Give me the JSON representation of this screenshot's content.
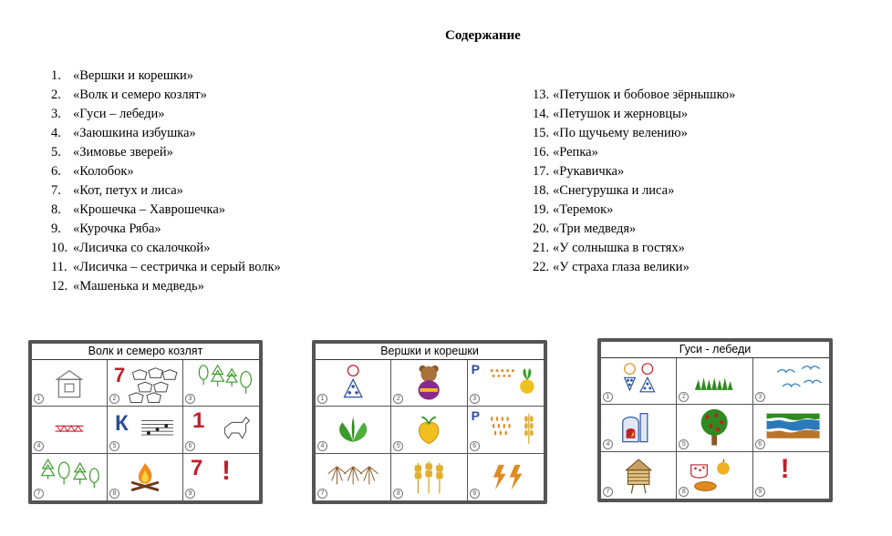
{
  "title": "Содержание",
  "list_left": [
    {
      "num": "1.",
      "text": "«Вершки и корешки»"
    },
    {
      "num": "2.",
      "text": "«Волк и семеро козлят»"
    },
    {
      "num": "3.",
      "text": "«Гуси – лебеди»"
    },
    {
      "num": "4.",
      "text": "«Заюшкина избушка»"
    },
    {
      "num": "5.",
      "text": "«Зимовье зверей»"
    },
    {
      "num": "6.",
      "text": "«Колобок»"
    },
    {
      "num": "7.",
      "text": "«Кот, петух и лиса»"
    },
    {
      "num": "8.",
      "text": "«Крошечка – Хаврошечка»"
    },
    {
      "num": "9.",
      "text": "«Курочка Ряба»"
    },
    {
      "num": "10.",
      "text": "«Лисичка со скалочкой»"
    },
    {
      "num": "11.",
      "text": "«Лисичка – сестричка и серый волк»"
    },
    {
      "num": "12.",
      "text": "«Машенька и медведь»"
    }
  ],
  "list_right": [
    {
      "num": "13.",
      "text": "«Петушок и бобовое зёрнышко»"
    },
    {
      "num": "14.",
      "text": "«Петушок и жерновцы»"
    },
    {
      "num": "15.",
      "text": "«По щучьему велению»"
    },
    {
      "num": "16.",
      "text": "«Репка»"
    },
    {
      "num": "17.",
      "text": "«Рукавичка»"
    },
    {
      "num": "18.",
      "text": "«Снегурушка и лиса»"
    },
    {
      "num": "19.",
      "text": "«Теремок»"
    },
    {
      "num": "20.",
      "text": "«Три медведя»"
    },
    {
      "num": "21.",
      "text": "«У солнышка в гостях»"
    },
    {
      "num": "22.",
      "text": "«У страха глаза велики»"
    }
  ],
  "cards": [
    {
      "title": "Волк и семеро козлят",
      "cells": [
        "1",
        "2",
        "3",
        "4",
        "5",
        "6",
        "7",
        "8",
        "9"
      ],
      "symbols": {
        "seven_a": "7",
        "k_letter": "К",
        "one": "1",
        "seven_b": "7",
        "exclaim": "!"
      },
      "icons": [
        "house-icon",
        "goats-icon",
        "trees-icon",
        "rope-icon",
        "music-notes-icon",
        "goat-icon",
        "trees-icon",
        "campfire-icon"
      ]
    },
    {
      "title": "Вершки и корешки",
      "cells": [
        "1",
        "2",
        "3",
        "4",
        "5",
        "6",
        "7",
        "8",
        "9"
      ],
      "symbols": {
        "p_top": "Р",
        "p_mid": "Р"
      },
      "icons": [
        "circle-triangle-icon",
        "bear-icon",
        "seeds-turnip-icon",
        "greens-icon",
        "turnip-icon",
        "wheat-seeds-icon",
        "roots-icon",
        "wheat-icon",
        "lightning-icon"
      ]
    },
    {
      "title": "Гуси - лебеди",
      "cells": [
        "1",
        "2",
        "3",
        "4",
        "5",
        "6",
        "7",
        "8",
        "9"
      ],
      "symbols": {
        "exclaim": "!"
      },
      "icons": [
        "shapes-icon",
        "grass-icon",
        "birds-icon",
        "stove-icon",
        "apple-tree-icon",
        "river-icon",
        "hut-icon",
        "cup-apple-icon"
      ]
    }
  ],
  "colors": {
    "card_border": "#555555",
    "red": "#c0202a",
    "green": "#3a9a2a",
    "blue": "#2a4f9a",
    "orange": "#e08a20"
  }
}
